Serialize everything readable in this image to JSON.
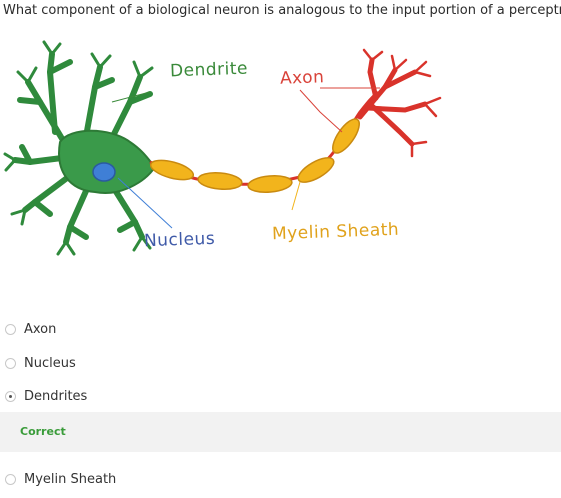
{
  "question": {
    "text": "What component of a biological neuron is analogous to the input portion of a perceptron?"
  },
  "figure": {
    "labels": {
      "dendrite": "Dendrite",
      "axon": "Axon",
      "nucleus": "Nucleus",
      "myelin": "Myelin Sheath"
    },
    "colors": {
      "cell_body": "#3a9a4a",
      "nucleus": "#3f7fd6",
      "myelin": "#f2b41c",
      "axon_terminal": "#d9332b"
    }
  },
  "options": [
    {
      "label": "Axon",
      "selected": false
    },
    {
      "label": "Nucleus",
      "selected": false
    },
    {
      "label": "Dendrites",
      "selected": true
    },
    {
      "label": "Myelin Sheath",
      "selected": false
    }
  ],
  "feedback": {
    "text": "Correct",
    "color": "#3a9c3a"
  }
}
